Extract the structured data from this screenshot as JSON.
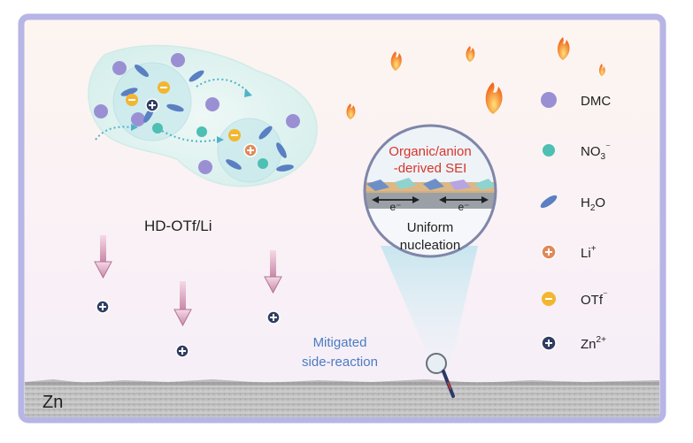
{
  "solution_label": "HD-OTf/Li",
  "sei": {
    "line1": "Organic/anion",
    "line2": "-derived SEI",
    "electron": "e⁻"
  },
  "nucleation": {
    "line1": "Uniform",
    "line2": "nucleation"
  },
  "side_reaction": {
    "line1": "Mitigated",
    "line2": "side-reaction"
  },
  "substrate_label": "Zn",
  "legend": [
    {
      "key": "dmc",
      "label": "DMC",
      "sup": "",
      "sub": "",
      "suf": ""
    },
    {
      "key": "nitrate",
      "label": "NO",
      "sub": "3",
      "sup": "",
      "suf": "⁻"
    },
    {
      "key": "water",
      "label": "H",
      "sub": "2",
      "sup": "",
      "suf": "O"
    },
    {
      "key": "li",
      "label": "Li",
      "sub": "",
      "sup": "+",
      "suf": ""
    },
    {
      "key": "otf",
      "label": "OTf",
      "sub": "",
      "sup": "",
      "suf": "⁻"
    },
    {
      "key": "zn",
      "label": "Zn",
      "sub": "",
      "sup": "2+",
      "suf": ""
    }
  ],
  "colors": {
    "dmc": "#9b8fd4",
    "nitrate": "#4dbfb3",
    "water": "#5a7fc2",
    "li": "#e0895a",
    "otf": "#f2b630",
    "zn": "#2f3d62",
    "frame": "#b7b5e6",
    "sei_text": "#d8352a",
    "side_reaction_text": "#4a7cc0"
  }
}
